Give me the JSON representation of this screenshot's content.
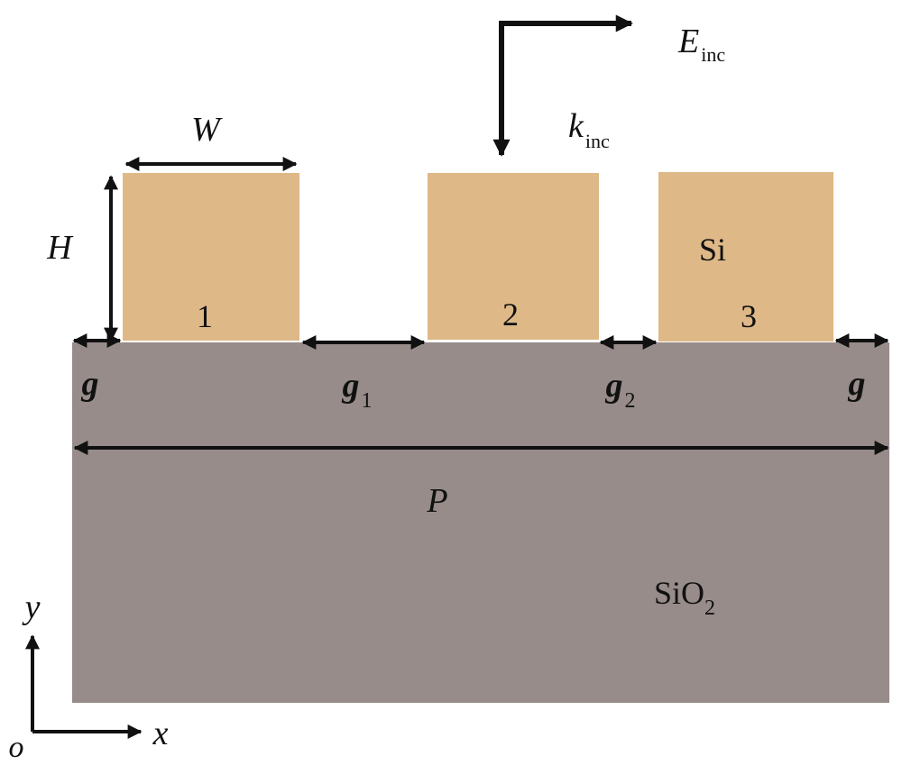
{
  "diagram": {
    "labels": {
      "width": "W",
      "height": "H",
      "gap_edge_left": "g",
      "gap_edge_right": "g",
      "gap1": "g",
      "gap1_sub": "1",
      "gap2": "g",
      "gap2_sub": "2",
      "period": "P",
      "pillar1": "1",
      "pillar2": "2",
      "pillar3": "3",
      "pillar_material": "Si",
      "substrate_material": "SiO",
      "substrate_sub": "2",
      "field": "E",
      "field_sub": "inc",
      "wavevector": "k",
      "wavevector_sub": "inc",
      "axis_x": "x",
      "axis_y": "y",
      "origin": "o"
    },
    "colors": {
      "pillar": "#deb887",
      "substrate": "#978c8a",
      "arrow": "#111111"
    }
  }
}
